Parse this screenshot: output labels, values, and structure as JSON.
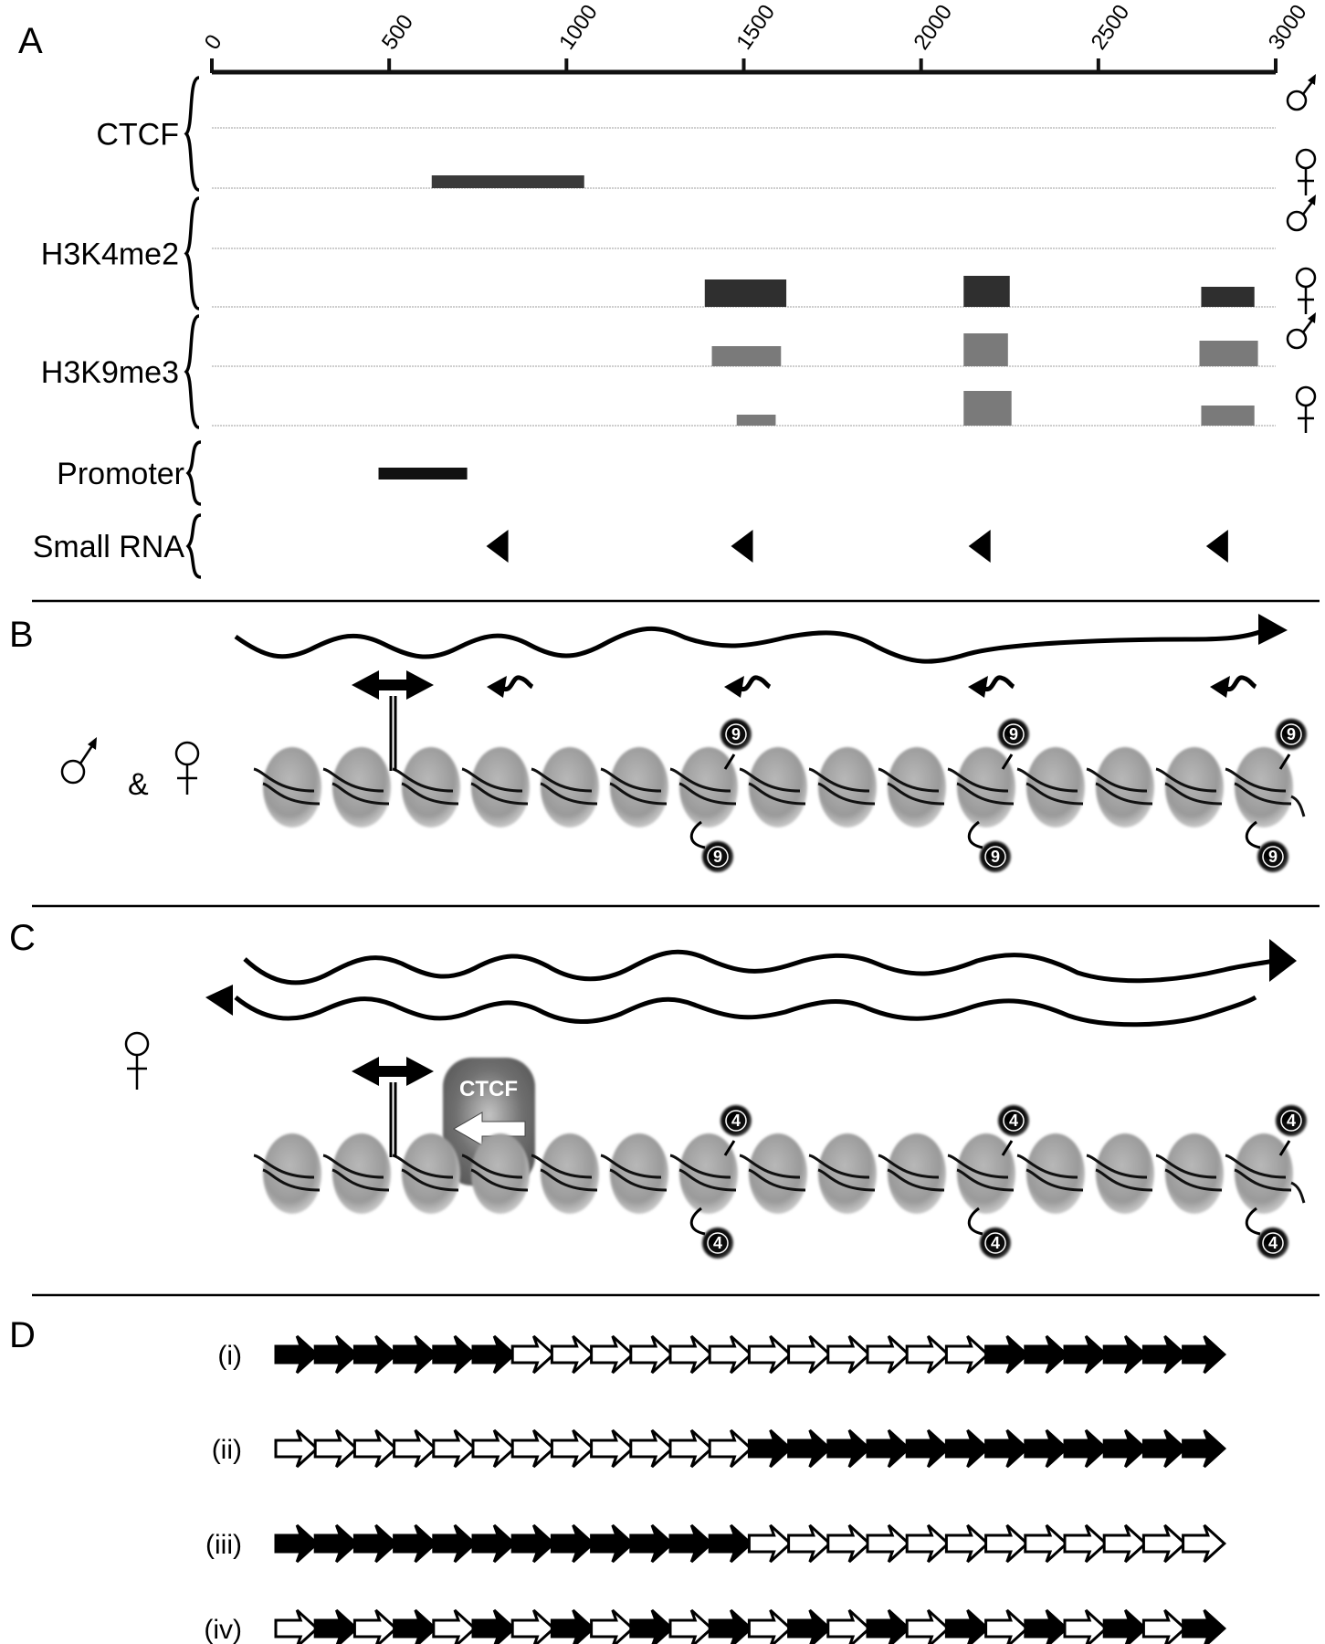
{
  "figure": {
    "panels": {
      "A": {
        "letter": "A"
      },
      "B": {
        "letter": "B",
        "sex_label": "♂ & ♀",
        "modification_label": "9"
      },
      "C": {
        "letter": "C",
        "sex_label": "♀",
        "protein_label": "CTCF",
        "modification_label": "4"
      },
      "D": {
        "letter": "D"
      }
    },
    "sex_symbols": {
      "male": "male-symbol",
      "female": "female-symbol"
    },
    "colors": {
      "ink": "#000000",
      "axis": "#111111",
      "baseline": "#bdbdbd",
      "ctcf_bar": "#3a3a3a",
      "h3k4_bar": "#2f2f2f",
      "h3k9_bar": "#7a7a7a",
      "nucleosome": "#a6a6a6",
      "ctcf_protein": "#6e6e6e",
      "open_arrow": "#ffffff"
    }
  },
  "chart_data": {
    "type": "genome-track",
    "title": "",
    "xlabel": "",
    "xlim": [
      0,
      3000
    ],
    "x_ticks": [
      0,
      500,
      1000,
      1500,
      2000,
      2500,
      3000
    ],
    "x_tick_labels": [
      "0",
      "500",
      "1000",
      "1500",
      "2000",
      "2500",
      "3000"
    ],
    "tracks": [
      {
        "group": "CTCF",
        "label": "CTCF",
        "sex": "male",
        "features": []
      },
      {
        "group": "CTCF",
        "label": "CTCF",
        "sex": "female",
        "features": [
          {
            "start": 620,
            "end": 1050,
            "relative_height": 0.35
          }
        ]
      },
      {
        "group": "H3K4me2",
        "label": "H3K4me2",
        "sex": "male",
        "features": []
      },
      {
        "group": "H3K4me2",
        "label": "H3K4me2",
        "sex": "female",
        "features": [
          {
            "start": 1390,
            "end": 1620,
            "relative_height": 0.75
          },
          {
            "start": 2120,
            "end": 2250,
            "relative_height": 0.85
          },
          {
            "start": 2790,
            "end": 2940,
            "relative_height": 0.55
          }
        ]
      },
      {
        "group": "H3K9me3",
        "label": "H3K9me3",
        "sex": "male",
        "features": [
          {
            "start": 1410,
            "end": 1605,
            "relative_height": 0.55
          },
          {
            "start": 2120,
            "end": 2245,
            "relative_height": 0.9
          },
          {
            "start": 2785,
            "end": 2950,
            "relative_height": 0.7
          }
        ]
      },
      {
        "group": "H3K9me3",
        "label": "H3K9me3",
        "sex": "female",
        "features": [
          {
            "start": 1480,
            "end": 1590,
            "relative_height": 0.3
          },
          {
            "start": 2120,
            "end": 2255,
            "relative_height": 0.95
          },
          {
            "start": 2790,
            "end": 2940,
            "relative_height": 0.55
          }
        ]
      }
    ],
    "annotations": [
      {
        "label": "Promoter",
        "type": "bar",
        "start": 470,
        "end": 720
      },
      {
        "label": "Small RNA",
        "type": "triangle-left",
        "positions": [
          810,
          1500,
          2170,
          2840
        ]
      }
    ],
    "legend": "sex symbols at right of each track pair (male top, female bottom)"
  },
  "panel_b": {
    "nucleosome_count": 15,
    "marked_nucleosomes": [
      7,
      11,
      15
    ],
    "transcript_direction": "rightward",
    "small_rna_count": 4
  },
  "panel_c": {
    "nucleosome_count": 15,
    "marked_nucleosomes": [
      7,
      11,
      15
    ],
    "transcripts": [
      "sense (rightward)",
      "antisense (leftward)"
    ],
    "ctcf_over_nucleosome": 4
  },
  "panel_d": {
    "rows": [
      {
        "label": "(i)",
        "pattern": "BBBBBBWWWWWWWWWWWWBBBBBB"
      },
      {
        "label": "(ii)",
        "pattern": "WWWWWWWWWWWWBBBBBBBBBBBB"
      },
      {
        "label": "(iii)",
        "pattern": "BBBBBBBBBBBBWWWWWWWWWWWW"
      },
      {
        "label": "(iv)",
        "pattern": "WBWBWBWBWBWBWBWBWBWBWBWB"
      }
    ],
    "legend": {
      "B": "filled arrow",
      "W": "open arrow"
    }
  }
}
